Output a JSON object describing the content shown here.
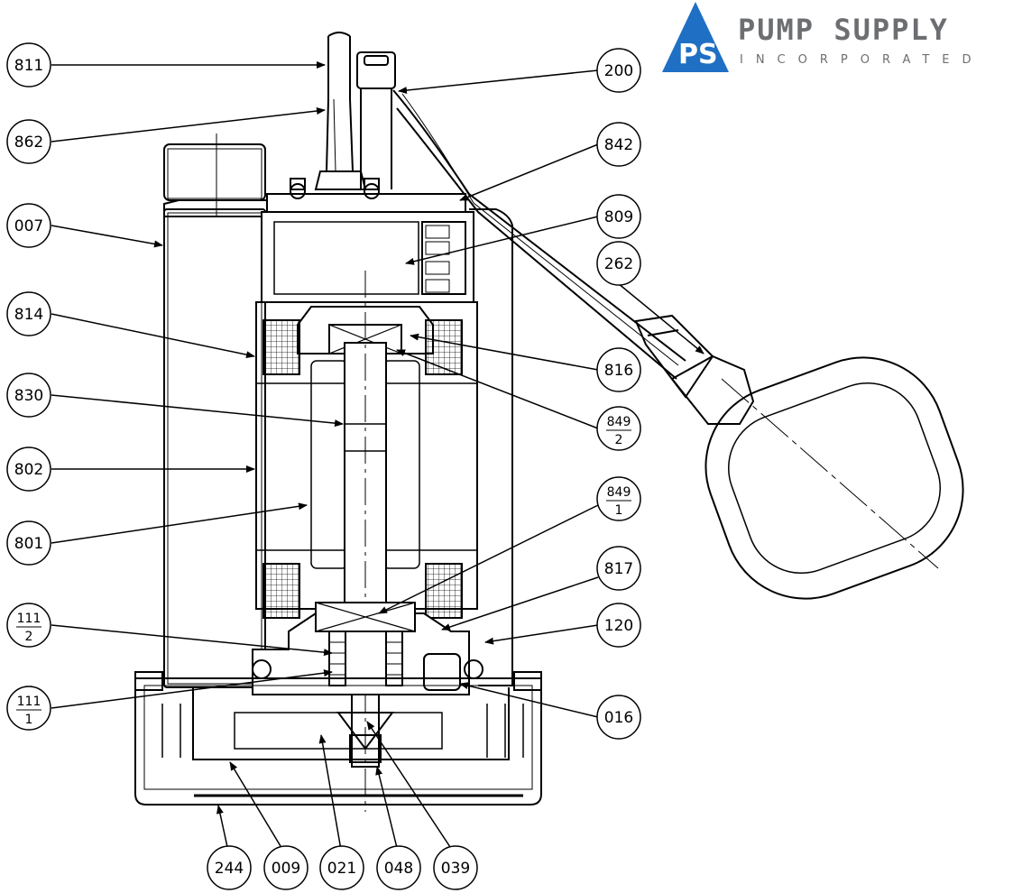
{
  "brand": {
    "name": "PUMP SUPPLY",
    "tagline": "INCORPORATED",
    "monogram": "PS",
    "colors": {
      "blue": "#1f6fc4",
      "text": "#6d6e71"
    }
  },
  "callouts": {
    "c811": "811",
    "c862": "862",
    "c007": "007",
    "c814": "814",
    "c830": "830",
    "c802": "802",
    "c801": "801",
    "c111_2": {
      "top": "111",
      "bottom": "2"
    },
    "c111_1": {
      "top": "111",
      "bottom": "1"
    },
    "c200": "200",
    "c842": "842",
    "c809": "809",
    "c262": "262",
    "c816": "816",
    "c849_2": {
      "top": "849",
      "bottom": "2"
    },
    "c849_1": {
      "top": "849",
      "bottom": "1"
    },
    "c817": "817",
    "c120": "120",
    "c016": "016",
    "c244": "244",
    "c009": "009",
    "c021": "021",
    "c048": "048",
    "c039": "039"
  }
}
